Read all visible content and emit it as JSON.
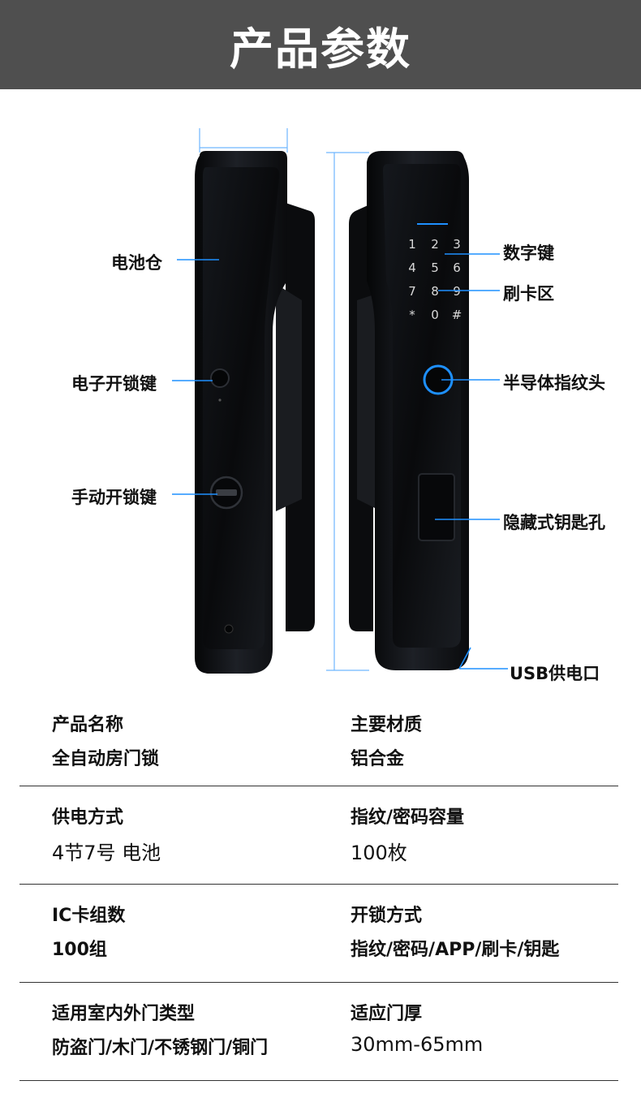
{
  "header": {
    "title": "产品参数"
  },
  "callouts": {
    "battery": "电池仓",
    "electronic_unlock": "电子开锁键",
    "manual_unlock": "手动开锁键",
    "keypad": "数字键",
    "card_area": "刷卡区",
    "fingerprint": "半导体指纹头",
    "key_hole": "隐藏式钥匙孔",
    "usb": "USB供电口"
  },
  "keypad_keys": [
    "1",
    "2",
    "3",
    "4",
    "5",
    "6",
    "7",
    "8",
    "9",
    "*",
    "0",
    "#"
  ],
  "colors": {
    "banner": "#4f4f4f",
    "accent": "#1e90ff",
    "lock_body": "#121418"
  },
  "specs": [
    {
      "left": {
        "label": "产品名称",
        "value": "全自动房门锁"
      },
      "right": {
        "label": "主要材质",
        "value": "铝合金"
      }
    },
    {
      "left": {
        "label": "供电方式",
        "value": "4节7号 电池"
      },
      "right": {
        "label": "指纹/密码容量",
        "value": "100枚"
      }
    },
    {
      "left": {
        "label": "IC卡组数",
        "value": "100组"
      },
      "right": {
        "label": "开锁方式",
        "value": "指纹/密码/APP/刷卡/钥匙"
      }
    },
    {
      "left": {
        "label": "适用室内外门类型",
        "value": "防盗门/木门/不锈钢门/铜门"
      },
      "right": {
        "label": "适应门厚",
        "value": "30mm-65mm"
      }
    }
  ]
}
